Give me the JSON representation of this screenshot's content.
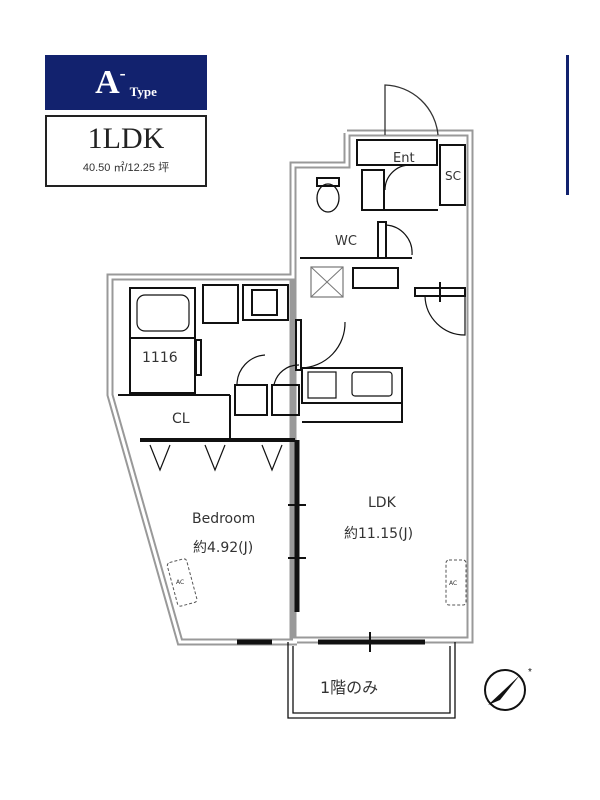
{
  "header": {
    "type_letter": "A",
    "type_dash": "-",
    "type_word": "Type",
    "layout": "1LDK",
    "area": "40.50 ㎡/12.25 坪"
  },
  "rooms": {
    "entrance": "Ent",
    "shoe_closet": "SC",
    "toilet": "WC",
    "bath": "1116",
    "closet": "CL",
    "bedroom_name": "Bedroom",
    "bedroom_size": "約4.92(J)",
    "ldk_name": "LDK",
    "ldk_size": "約11.15(J)",
    "balcony_note": "1階のみ",
    "ac_bedroom": "AC",
    "ac_ldk": "AC"
  },
  "colors": {
    "brand": "#12226e",
    "wall": "#999999",
    "line": "#111111"
  }
}
